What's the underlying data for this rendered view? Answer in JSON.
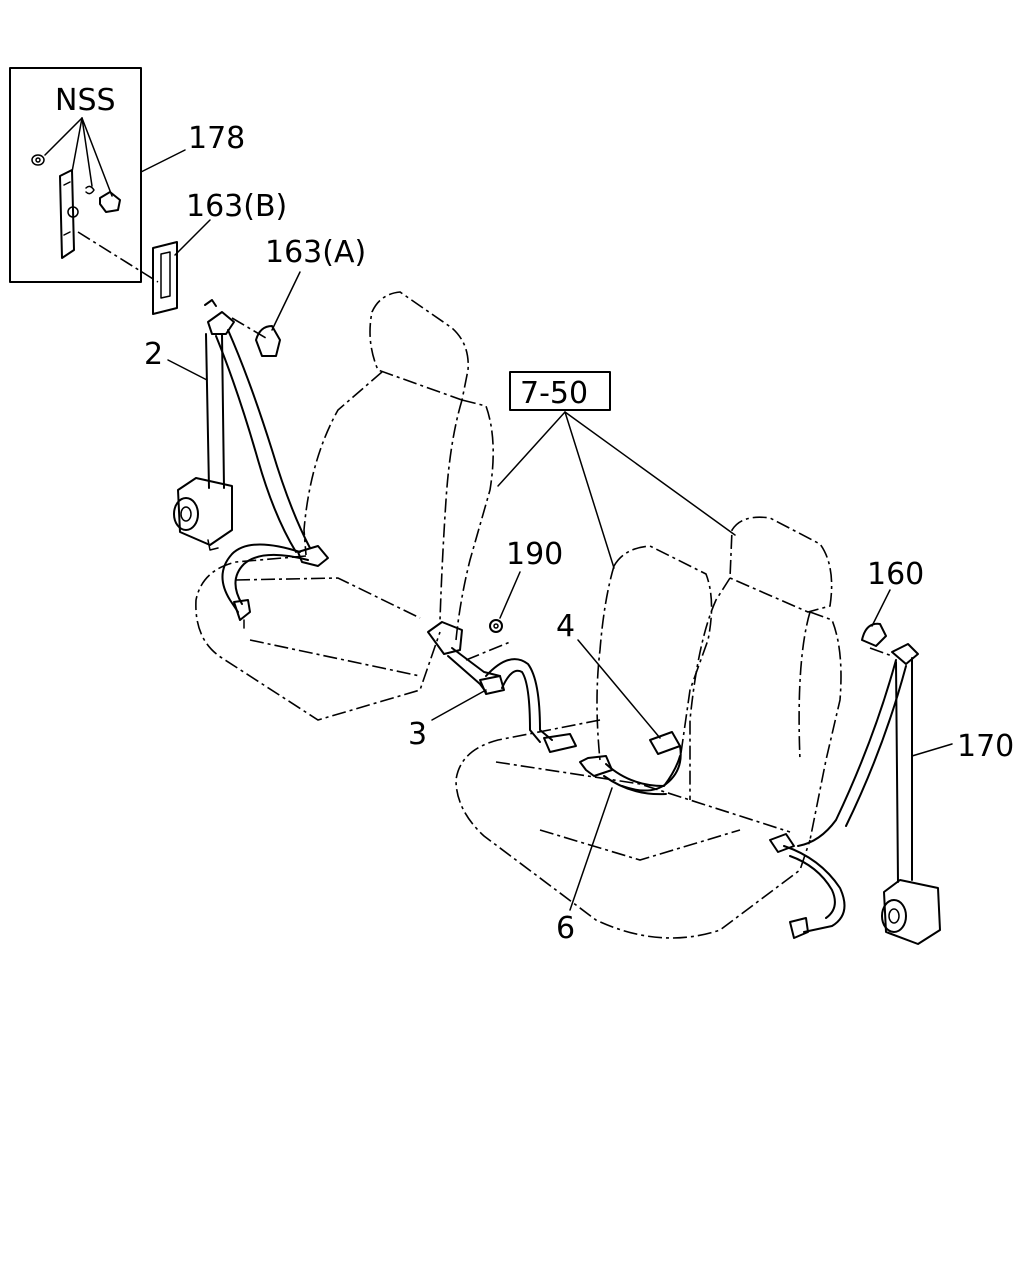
{
  "labels": {
    "nss": "NSS",
    "p178": "178",
    "p163b": "163(B)",
    "p163a": "163(A)",
    "p2": "2",
    "p750": "7-50",
    "p190": "190",
    "p160": "160",
    "p4": "4",
    "p3": "3",
    "p170": "170",
    "p6": "6"
  }
}
